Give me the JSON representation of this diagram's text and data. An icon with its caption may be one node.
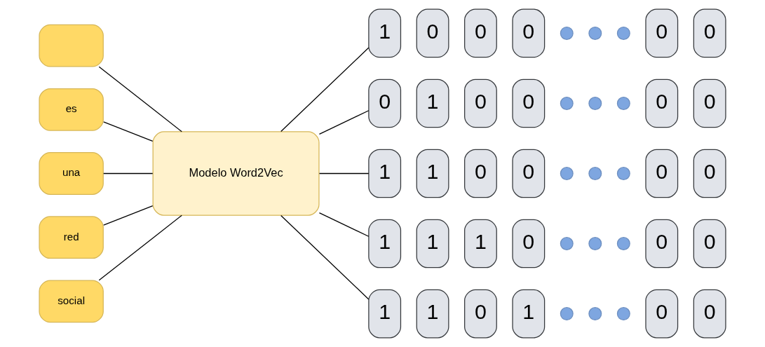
{
  "diagram": {
    "nodes": [
      {
        "text": [],
        "shape": "box"
      },
      {
        "text": [
          "es"
        ]
      },
      {
        "text": [
          "una"
        ]
      },
      {
        "text": [
          "red"
        ]
      },
      {
        "text": [
          "social"
        ]
      },
      {
        "text": [
          "Modelo Word2Vec"
        ]
      },
      {
        "text": [
          "1"
        ]
      },
      {
        "text": [
          "0"
        ]
      },
      {
        "text": [
          "0"
        ]
      },
      {
        "text": [
          "0"
        ]
      },
      {
        "text": [],
        "shape": "circle"
      },
      {
        "text": [],
        "shape": "circle"
      },
      {
        "text": [],
        "shape": "circle"
      },
      {
        "text": [
          "0"
        ]
      },
      {
        "text": [
          "0"
        ]
      },
      {
        "text": [
          "0"
        ]
      },
      {
        "text": [
          "1"
        ]
      },
      {
        "text": [
          "0"
        ]
      },
      {
        "text": [
          "0"
        ]
      },
      {
        "text": [],
        "shape": "circle"
      },
      {
        "text": [],
        "shape": "circle"
      },
      {
        "text": [],
        "shape": "circle"
      },
      {
        "text": [
          "0"
        ]
      },
      {
        "text": [
          "0"
        ]
      },
      {
        "text": [
          "1"
        ]
      },
      {
        "text": [
          "1"
        ]
      },
      {
        "text": [
          "0"
        ]
      },
      {
        "text": [
          "0"
        ]
      },
      {
        "text": [],
        "shape": "circle"
      },
      {
        "text": [],
        "shape": "circle"
      },
      {
        "text": [],
        "shape": "circle"
      },
      {
        "text": [
          "0"
        ]
      },
      {
        "text": [
          "0"
        ]
      },
      {
        "text": [
          "1"
        ]
      },
      {
        "text": [
          "1"
        ]
      },
      {
        "text": [
          "1"
        ]
      },
      {
        "text": [
          "0"
        ]
      },
      {
        "text": [],
        "shape": "circle"
      },
      {
        "text": [],
        "shape": "circle"
      },
      {
        "text": [],
        "shape": "circle"
      },
      {
        "text": [
          "0"
        ]
      },
      {
        "text": [
          "0"
        ]
      },
      {
        "text": [
          "1"
        ]
      },
      {
        "text": [
          "1"
        ]
      },
      {
        "text": [
          "0"
        ]
      },
      {
        "text": [
          "1"
        ]
      },
      {
        "text": [],
        "shape": "circle"
      },
      {
        "text": [],
        "shape": "circle"
      },
      {
        "text": [],
        "shape": "circle"
      },
      {
        "text": [
          "0"
        ]
      },
      {
        "text": [
          "0"
        ]
      }
    ],
    "edges": [
      {
        "from": 0,
        "to": 5,
        "arrow": "none"
      },
      {
        "from": 1,
        "to": 5,
        "arrow": "none"
      },
      {
        "from": 2,
        "to": 5,
        "arrow": "none"
      },
      {
        "from": 3,
        "to": 5,
        "arrow": "none"
      },
      {
        "from": 4,
        "to": 5,
        "arrow": "none"
      },
      {
        "from": 5,
        "to": 6,
        "arrow": "none"
      },
      {
        "from": 5,
        "to": 15,
        "arrow": "none"
      },
      {
        "from": 5,
        "to": 24,
        "arrow": "none"
      },
      {
        "from": 5,
        "to": 33,
        "arrow": "none"
      },
      {
        "from": 5,
        "to": 42,
        "arrow": "none"
      }
    ]
  }
}
